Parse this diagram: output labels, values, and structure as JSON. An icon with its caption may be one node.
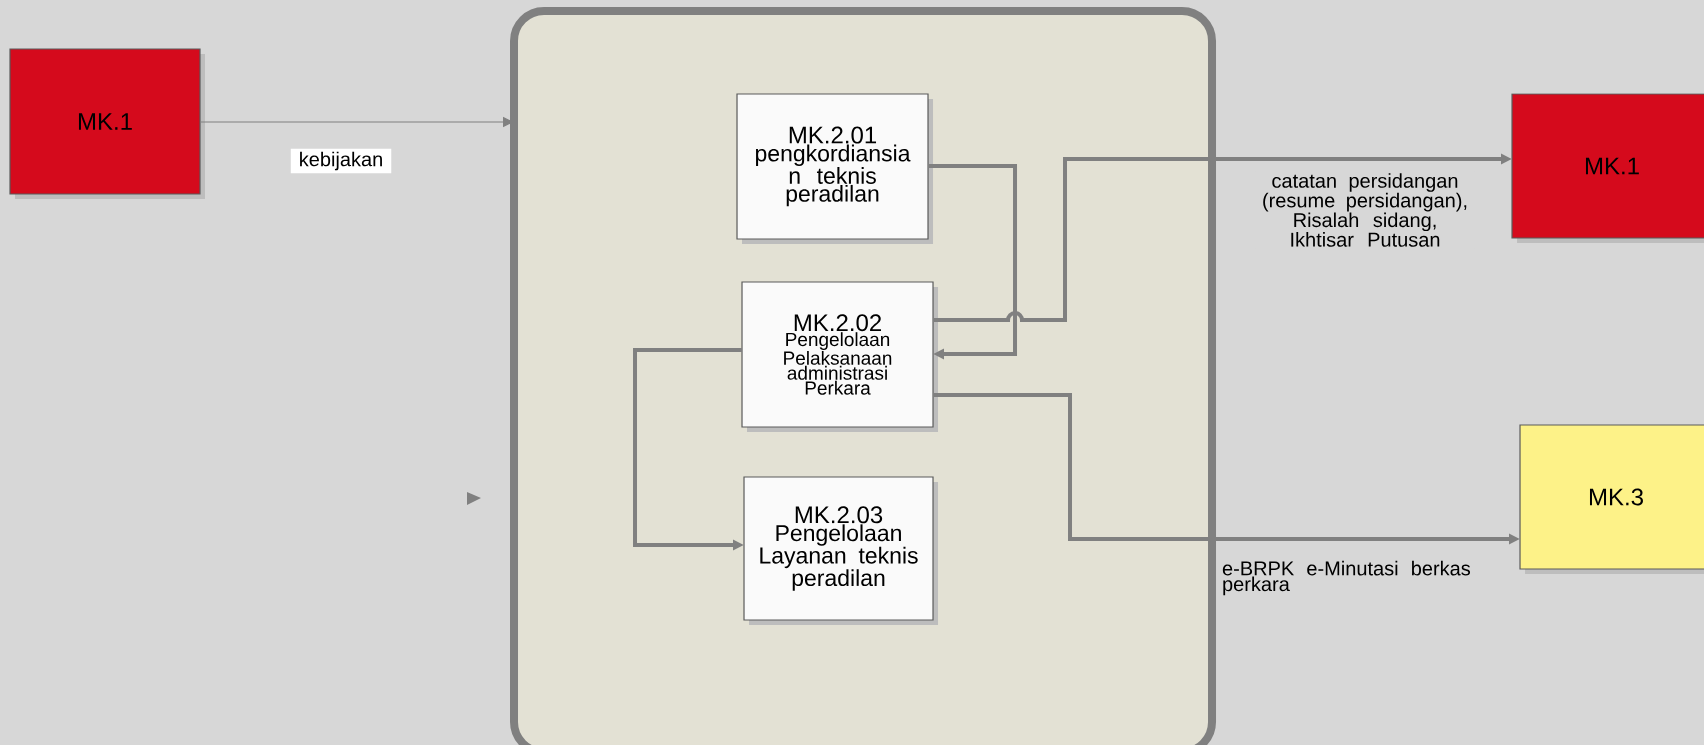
{
  "diagram": {
    "nodes": [
      {
        "text": [
          "MK.1"
        ]
      },
      {
        "text": [],
        "shape": "box"
      },
      {
        "text": [
          "MK.2.01",
          "pengkordiansia n teknis peradilan"
        ],
        "in": 1
      },
      {
        "text": [
          "MK.2.02",
          "Pengelolaan Pelaksanaan administrasi Perkara"
        ],
        "in": 1
      },
      {
        "text": [
          "MK.2.03",
          "Pengelolaan Layanan teknis peradilan"
        ],
        "in": 1
      },
      {
        "text": [
          "MK.1"
        ]
      },
      {
        "text": [
          "MK.3"
        ]
      }
    ],
    "edges": [
      {
        "from": 0,
        "to": 1,
        "arrow": "to",
        "label": "kebijakan"
      },
      {
        "from": 2,
        "to": 3,
        "arrow": "to"
      },
      {
        "from": 3,
        "to": 5,
        "arrow": "to",
        "label": "catatan persidangan (resume persidangan), Risalah sidang, Ikhtisar Putusan"
      },
      {
        "from": 3,
        "to": 4,
        "arrow": "to"
      },
      {
        "from": 3,
        "to": 6,
        "arrow": "to",
        "label": "e-BRPK e-Minutasi berkas perkara"
      }
    ]
  }
}
